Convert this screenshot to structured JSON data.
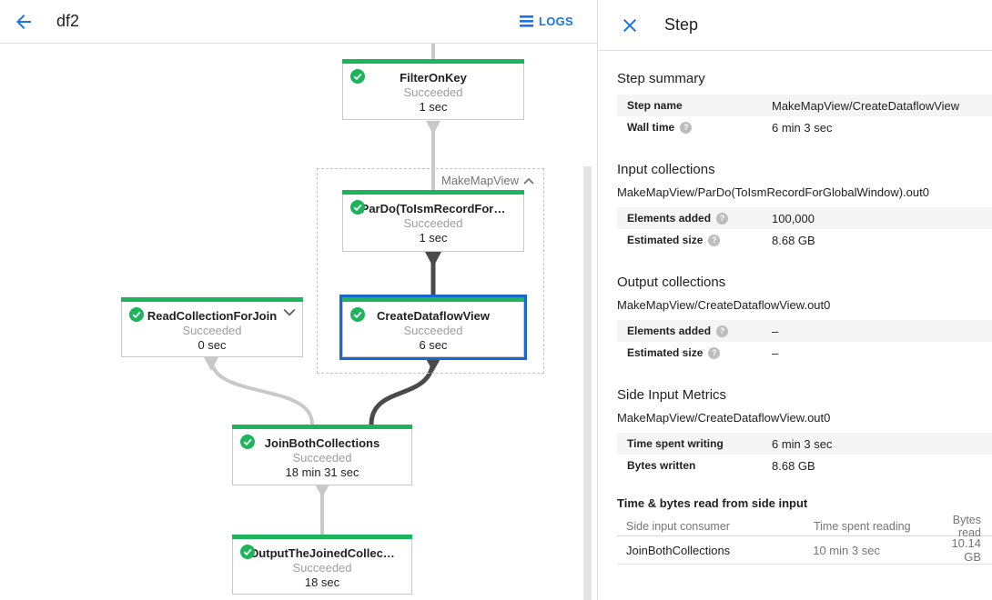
{
  "topbar": {
    "title": "df2",
    "logs_label": "LOGS"
  },
  "graph": {
    "group_label": "MakeMapView",
    "nodes": [
      {
        "title": "FilterOnKey",
        "status": "Succeeded",
        "time": "1 sec"
      },
      {
        "title": "ParDo(ToIsmRecordFor…",
        "status": "Succeeded",
        "time": "1 sec"
      },
      {
        "title": "CreateDataflowView",
        "status": "Succeeded",
        "time": "6 sec"
      },
      {
        "title": "ReadCollectionForJoin",
        "status": "Succeeded",
        "time": "0 sec"
      },
      {
        "title": "JoinBothCollections",
        "status": "Succeeded",
        "time": "18 min 31 sec"
      },
      {
        "title": "OutputTheJoinedCollec…",
        "status": "Succeeded",
        "time": "18 sec"
      }
    ],
    "colors": {
      "success_green": "#1db45b",
      "selected_blue": "#1967d2",
      "edge_light": "#c9c9c9",
      "edge_dark": "#4a4a4a"
    }
  },
  "panel": {
    "title": "Step",
    "step_summary": {
      "heading": "Step summary",
      "rows": [
        {
          "label": "Step name",
          "value": "MakeMapView/CreateDataflowView"
        },
        {
          "label": "Wall time",
          "value": "6 min 3 sec"
        }
      ]
    },
    "input_collections": {
      "heading": "Input collections",
      "subtitle": "MakeMapView/ParDo(ToIsmRecordForGlobalWindow).out0",
      "rows": [
        {
          "label": "Elements added",
          "value": "100,000"
        },
        {
          "label": "Estimated size",
          "value": "8.68 GB"
        }
      ]
    },
    "output_collections": {
      "heading": "Output collections",
      "subtitle": "MakeMapView/CreateDataflowView.out0",
      "rows": [
        {
          "label": "Elements added",
          "value": "–"
        },
        {
          "label": "Estimated size",
          "value": "–"
        }
      ]
    },
    "side_input_metrics": {
      "heading": "Side Input Metrics",
      "subtitle": "MakeMapView/CreateDataflowView.out0",
      "rows": [
        {
          "label": "Time spent writing",
          "value": "6 min 3 sec"
        },
        {
          "label": "Bytes written",
          "value": "8.68 GB"
        }
      ]
    },
    "side_input_table": {
      "heading": "Time & bytes read from side input",
      "columns": [
        "Side input consumer",
        "Time spent reading",
        "Bytes read"
      ],
      "rows": [
        {
          "consumer": "JoinBothCollections",
          "time": "10 min 3 sec",
          "bytes": "10.14 GB"
        }
      ]
    }
  }
}
